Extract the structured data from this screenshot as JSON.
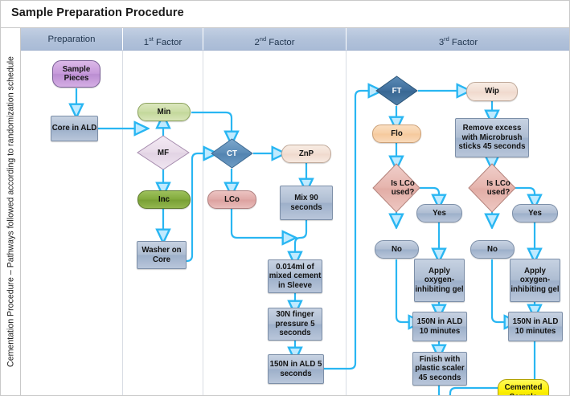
{
  "title": "Sample Preparation Procedure",
  "side_label": "Cementation Procedure – Pathways followed according to randomization schedule",
  "accent_color": "#29b6f2",
  "columns": [
    {
      "name": "Preparation",
      "label": "Preparation",
      "sup": ""
    },
    {
      "name": "1st Factor",
      "label": "1",
      "sup": "st",
      "suffix": " Factor"
    },
    {
      "name": "2nd Factor",
      "label": "2",
      "sup": "nd",
      "suffix": " Factor"
    },
    {
      "name": "3rd Factor",
      "label": "3",
      "sup": "rd",
      "suffix": " Factor"
    }
  ],
  "headers": {
    "preparation": "Preparation",
    "factor1_num": "1",
    "factor1_sup": "st",
    "factor1_rest": " Factor",
    "factor2_num": "2",
    "factor2_sup": "nd",
    "factor2_rest": " Factor",
    "factor3_num": "3",
    "factor3_sup": "rd",
    "factor3_rest": " Factor"
  },
  "nodes": {
    "sample_pieces": "Sample Pieces",
    "core_in_ald": "Core in ALD",
    "mf": "MF",
    "min": "Min",
    "inc": "Inc",
    "washer_on_core": "Washer on Core",
    "ct": "CT",
    "znp": "ZnP",
    "lco": "LCo",
    "mix_90": "Mix 90 seconds",
    "cement_sleeve": "0.014ml of mixed cement in Sleeve",
    "finger_pressure": "30N finger pressure 5 seconds",
    "ald_5sec": "150N in ALD 5 seconds",
    "ft": "FT",
    "flo": "Flo",
    "wip": "Wip",
    "remove_excess": "Remove excess with Microbrush sticks 45 seconds",
    "is_lco_used_left": "Is LCo used?",
    "is_lco_used_right": "Is LCo used?",
    "yes_left": "Yes",
    "no_left": "No",
    "yes_right": "Yes",
    "no_right": "No",
    "gel_left": "Apply oxygen-inhibiting gel",
    "gel_right": "Apply oxygen-inhibiting gel",
    "ald_10min_left": "150N in ALD 10 minutes",
    "ald_10min_right": "150N in ALD 10 minutes",
    "finish_scaler": "Finish with plastic scaler 45 seconds",
    "cemented_sample": "Cemented Sample"
  }
}
